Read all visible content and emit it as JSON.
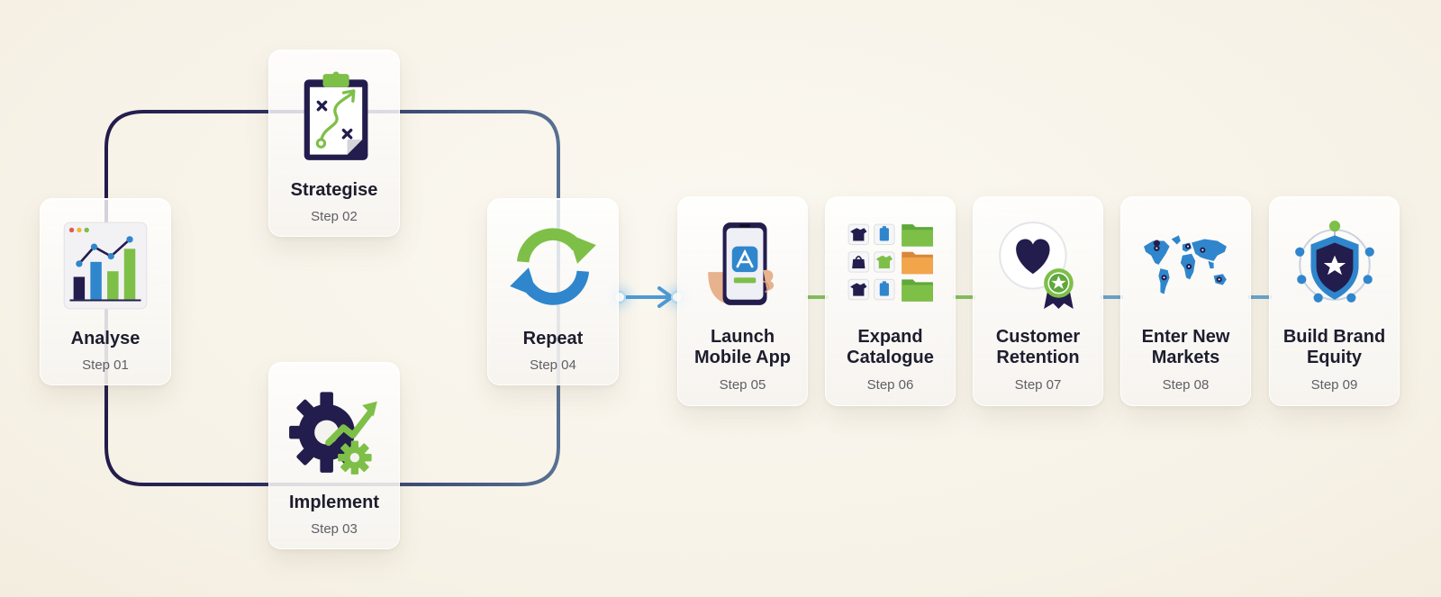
{
  "colors": {
    "navy": "#231d4d",
    "green": "#7ebf48",
    "blue": "#2f86cc",
    "slate": "#5a7394",
    "arrow": "#5aa4d8"
  },
  "steps": [
    {
      "title": "Analyse",
      "step": "Step 01",
      "icon": "analytics-chart-icon"
    },
    {
      "title": "Strategise",
      "step": "Step 02",
      "icon": "strategy-clipboard-icon"
    },
    {
      "title": "Implement",
      "step": "Step 03",
      "icon": "gear-growth-icon"
    },
    {
      "title": "Repeat",
      "step": "Step 04",
      "icon": "refresh-cycle-icon"
    },
    {
      "title": "Launch\nMobile App",
      "step": "Step 05",
      "icon": "mobile-app-icon"
    },
    {
      "title": "Expand\nCatalogue",
      "step": "Step 06",
      "icon": "product-catalogue-icon"
    },
    {
      "title": "Customer\nRetention",
      "step": "Step 07",
      "icon": "heart-badge-icon"
    },
    {
      "title": "Enter New\nMarkets",
      "step": "Step 08",
      "icon": "world-map-icon"
    },
    {
      "title": "Build Brand\nEquity",
      "step": "Step 09",
      "icon": "brand-shield-icon"
    }
  ]
}
